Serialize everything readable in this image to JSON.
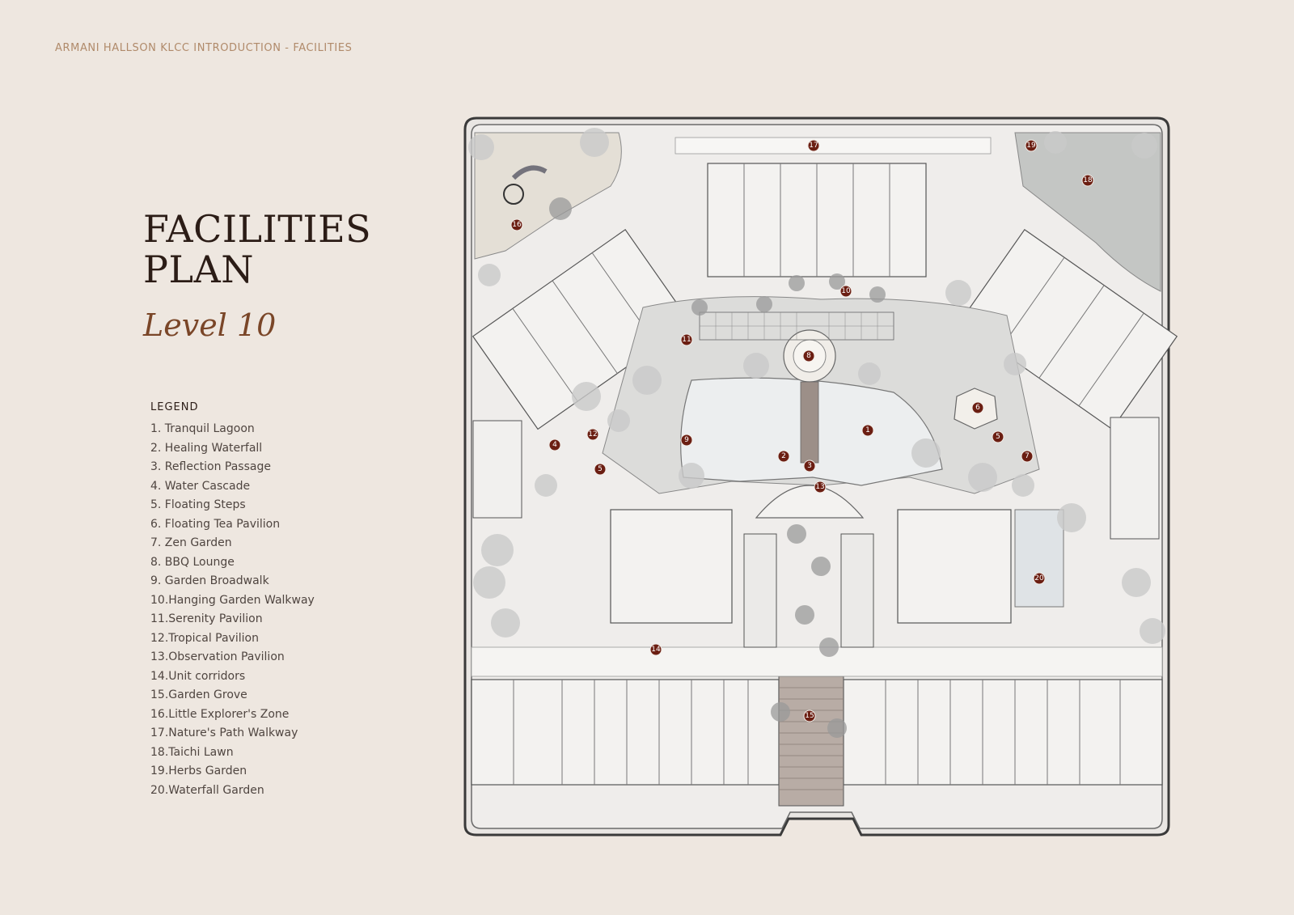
{
  "header": {
    "text": "ARMANI HALLSON KLCC INTRODUCTION - FACILITIES"
  },
  "title": {
    "line1": "FACILITIES",
    "line2": "PLAN",
    "subtitle": "Level 10"
  },
  "legend": {
    "title": "LEGEND",
    "items": [
      "1.  Tranquil Lagoon",
      "2.  Healing Waterfall",
      "3.  Reflection Passage",
      "4.  Water Cascade",
      "5.  Floating Steps",
      "6.  Floating Tea Pavilion",
      "7.  Zen Garden",
      "8.  BBQ Lounge",
      "9.  Garden Broadwalk",
      "10.Hanging Garden Walkway",
      "11.Serenity Pavilion",
      "12.Tropical Pavilion",
      "13.Observation Pavilion",
      "14.Unit corridors",
      "15.Garden Grove",
      "16.Little Explorer's Zone",
      "17.Nature's Path Walkway",
      "18.Taichi Lawn",
      "19.Herbs Garden",
      "20.Waterfall Garden"
    ]
  },
  "plan": {
    "markers": [
      "1",
      "2",
      "3",
      "4",
      "5",
      "5",
      "6",
      "7",
      "8",
      "9",
      "10",
      "11",
      "12",
      "13",
      "14",
      "15",
      "16",
      "17",
      "18",
      "19",
      "20"
    ],
    "colors": {
      "marker": "#6b1e12",
      "accent": "#b08a6a",
      "title": "#2b1c16",
      "subtitle": "#7a4628"
    }
  }
}
